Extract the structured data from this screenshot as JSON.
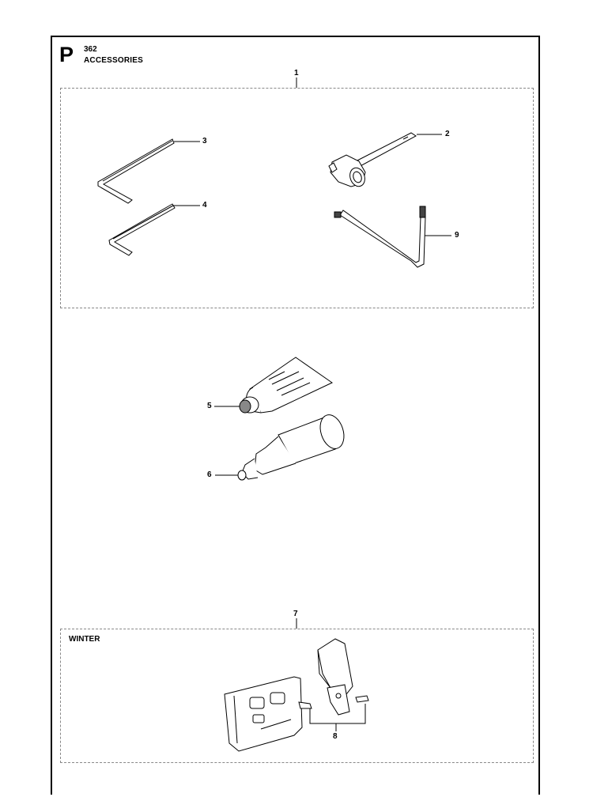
{
  "header": {
    "section_letter": "P",
    "model": "362",
    "title": "ACCESSORIES"
  },
  "callouts": {
    "c1": "1",
    "c2": "2",
    "c3": "3",
    "c4": "4",
    "c5": "5",
    "c6": "6",
    "c7": "7",
    "c8": "8",
    "c9": "9"
  },
  "winter_label": "WINTER"
}
